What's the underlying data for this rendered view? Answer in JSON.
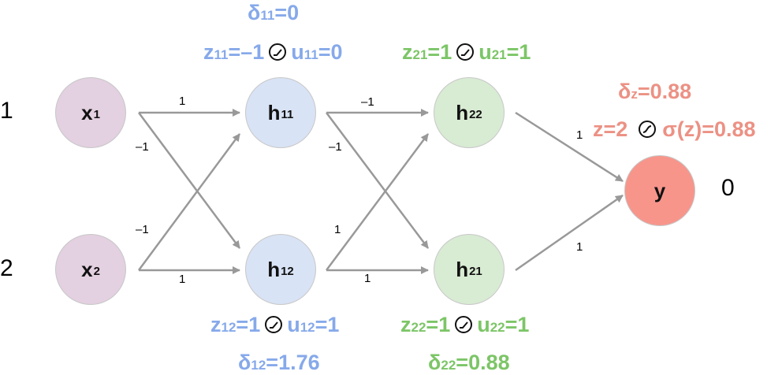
{
  "inputs": {
    "x1_value": "1",
    "x2_value": "2"
  },
  "output": {
    "target": "0"
  },
  "nodes": {
    "x1": {
      "base": "x",
      "sub": "1"
    },
    "x2": {
      "base": "x",
      "sub": "2"
    },
    "h11": {
      "base": "h",
      "sub": "11"
    },
    "h12": {
      "base": "h",
      "sub": "12"
    },
    "h22": {
      "base": "h",
      "sub": "22"
    },
    "h21": {
      "base": "h",
      "sub": "21"
    },
    "y": {
      "base": "y",
      "sub": ""
    }
  },
  "weights": {
    "x1_h11": "1",
    "x1_h12": "–1",
    "x2_h11": "–1",
    "x2_h12": "1",
    "h11_h22": "–1",
    "h11_h21": "–1",
    "h12_h22": "1",
    "h12_h21": "1",
    "h22_y": "1",
    "h21_y": "1"
  },
  "annotations": {
    "delta11": {
      "sym": "δ",
      "sub": "11",
      "rest": "=0"
    },
    "z11": {
      "sym": "z",
      "sub": "11",
      "rest": "=–1"
    },
    "u11": {
      "sym": "u",
      "sub": "11",
      "rest": "=0"
    },
    "z21": {
      "sym": "z",
      "sub": "21",
      "rest": "=1"
    },
    "u21": {
      "sym": "u",
      "sub": "21",
      "rest": "=1"
    },
    "deltaz": {
      "sym": "δ",
      "sub": "z",
      "rest": "=0.88"
    },
    "zy": "z=2",
    "sigma": "σ(z)=0.88",
    "z12": {
      "sym": "z",
      "sub": "12",
      "rest": "=1"
    },
    "u12": {
      "sym": "u",
      "sub": "12",
      "rest": "=1"
    },
    "delta12": {
      "sym": "δ",
      "sub": "12",
      "rest": "=1.76"
    },
    "z22": {
      "sym": "z",
      "sub": "22",
      "rest": "=1"
    },
    "u22": {
      "sym": "u",
      "sub": "22",
      "rest": "=1"
    },
    "delta22": {
      "sym": "δ",
      "sub": "22",
      "rest": "=0.88"
    }
  },
  "activations": {
    "hidden": "relu-icon",
    "output": "sigmoid-icon"
  },
  "colors": {
    "input_fill": "#e3d0e0",
    "layer1_fill": "#d8e3f5",
    "layer2_fill": "#d8ebd3",
    "output_fill": "#f7958b",
    "arrow": "#999999",
    "blue_text": "#86a9ea",
    "green_text": "#7cc567",
    "red_text": "#ec9184"
  }
}
